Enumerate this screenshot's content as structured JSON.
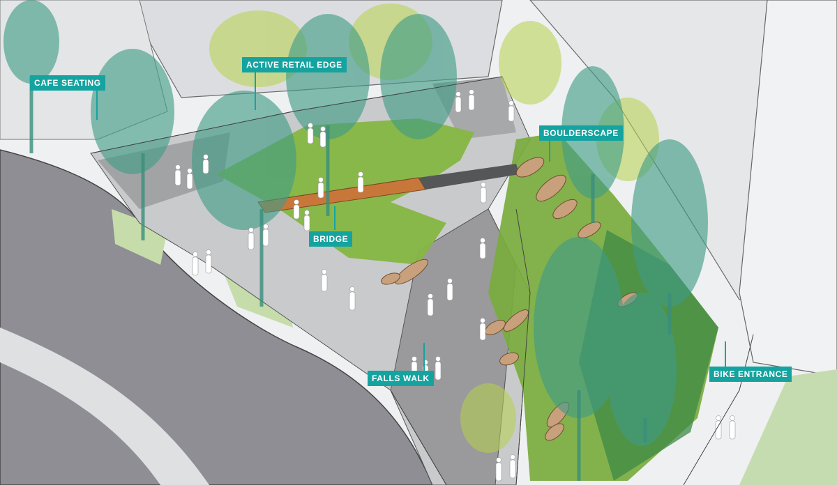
{
  "labels": {
    "cafe_seating": "CAFE SEATING",
    "active_retail_edge": "ACTIVE RETAIL EDGE",
    "boulderscape": "BOULDERSCAPE",
    "bridge": "BRIDGE",
    "falls_walk": "FALLS WALK",
    "bike_entrance": "BIKE ENTRANCE"
  },
  "colors": {
    "label_fill": "#15a3a0",
    "label_text": "#ffffff",
    "road": "#8e8e94",
    "lawn": "#86b642",
    "paving": "#9a9a9c",
    "bridge_deck": "#c8773a",
    "tree_teal": "#3f9c86",
    "tree_lime": "#b6d24a",
    "boulder": "#c9a07c"
  }
}
